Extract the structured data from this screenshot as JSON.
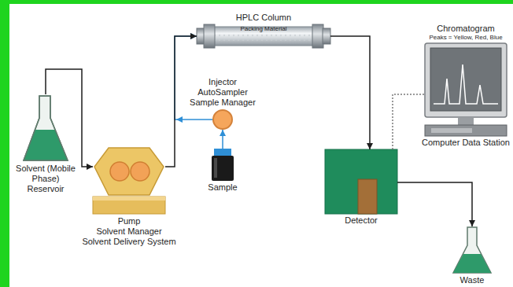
{
  "diagram": {
    "nodes": [
      {
        "text": [
          "Solvent (Mobile Phase) Reservoir"
        ]
      },
      {
        "text": [
          "Pump",
          "Solvent Manager",
          "Solvent Delivery System"
        ]
      },
      {
        "text": [
          "Injector",
          "AutoSampler",
          "Sample Manager"
        ]
      },
      {
        "text": [
          "Sample"
        ]
      },
      {
        "text": [
          "HPLC Column",
          "Packing Material"
        ]
      },
      {
        "text": [
          "Detector"
        ]
      },
      {
        "text": [
          "Chromatogram",
          "Peaks = Yellow, Red, Blue",
          "Computer Data Station"
        ]
      },
      {
        "text": [
          "Waste"
        ]
      }
    ],
    "edges": [
      {
        "from": 0,
        "to": 1,
        "arrow": "to"
      },
      {
        "from": 1,
        "to": 4,
        "arrow": "to"
      },
      {
        "from": 2,
        "to": 4,
        "arrow": "to"
      },
      {
        "from": 3,
        "to": 2,
        "arrow": "to"
      },
      {
        "from": 4,
        "to": 5,
        "arrow": "to"
      },
      {
        "from": 5,
        "to": 6,
        "arrow": "none"
      },
      {
        "from": 5,
        "to": 7,
        "arrow": "to"
      }
    ]
  }
}
